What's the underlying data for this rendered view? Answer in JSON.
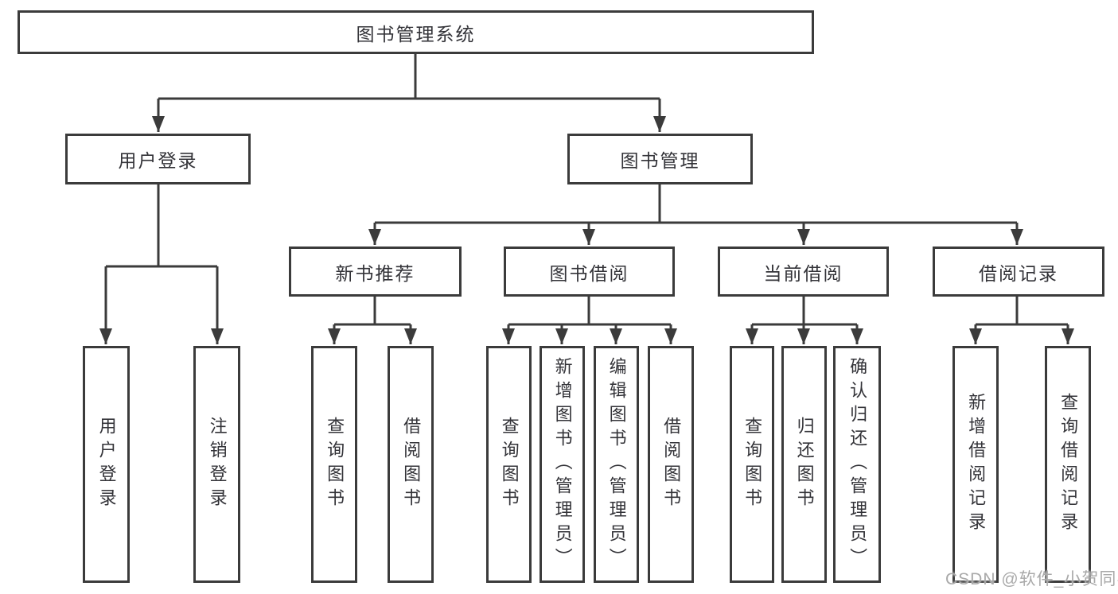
{
  "colors": {
    "line": "#3b3b3b",
    "box_border": "#3b3b3b",
    "text": "#333338",
    "watermark": "#a9a9a9",
    "background": "#ffffff"
  },
  "watermark": {
    "text": "CSDN @软件_小贺同学"
  },
  "diagram": {
    "root": {
      "label": "图书管理系统"
    },
    "branches": [
      {
        "label": "用户登录",
        "children": [
          {
            "label": "用户登录"
          },
          {
            "label": "注销登录"
          }
        ]
      },
      {
        "label": "图书管理",
        "children": [
          {
            "label": "新书推荐",
            "children": [
              {
                "label": "查询图书"
              },
              {
                "label": "借阅图书"
              }
            ]
          },
          {
            "label": "图书借阅",
            "children": [
              {
                "label": "查询图书"
              },
              {
                "label": "新增图书（管理员）"
              },
              {
                "label": "编辑图书（管理员）"
              },
              {
                "label": "借阅图书"
              }
            ]
          },
          {
            "label": "当前借阅",
            "children": [
              {
                "label": "查询图书"
              },
              {
                "label": "归还图书"
              },
              {
                "label": "确认归还（管理员）"
              }
            ]
          },
          {
            "label": "借阅记录",
            "children": [
              {
                "label": "新增借阅记录"
              },
              {
                "label": "查询借阅记录"
              }
            ]
          }
        ]
      }
    ]
  }
}
